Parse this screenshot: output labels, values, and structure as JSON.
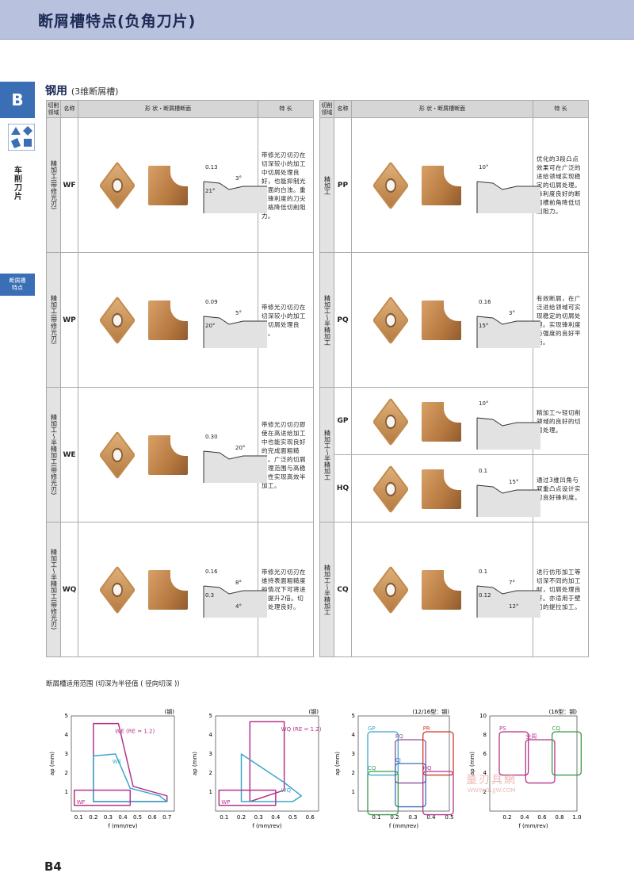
{
  "header": {
    "title": "断屑槽特点(负角刀片)"
  },
  "side": {
    "tab": "B",
    "vertical": "车削刀片",
    "mark": "断屑槽\n特点"
  },
  "section": {
    "title": "钢用",
    "subtitle": "(3维断屑槽)"
  },
  "table_headers": {
    "region": "切削\n领域",
    "name": "名称",
    "shape": "形 状・断屑槽断面",
    "feature": "特 长"
  },
  "left_rows": [
    {
      "region": "精加工(带修光刃)",
      "code": "WF",
      "desc": "带修光刃切刃在切深较小的加工中切屑处理良好，也能抑制光底面的白浊。重视锋利度的刀尖规格降低切削阻力。",
      "dims": [
        "0.13",
        "3°",
        "21°"
      ]
    },
    {
      "region": "精加工(带修光刃)",
      "code": "WP",
      "desc": "带修光刃切刃在切深较小的加工中切屑处理良好。",
      "dims": [
        "0.09",
        "5°",
        "20°"
      ]
    },
    {
      "region": "精加工～半精加工(带修光刃)",
      "code": "WE",
      "desc": "带修光刃切刃即使在高进给加工中也能实现良好的完成面粗糙度。广泛的切屑处理范围与高稳定性实现高效半加工。",
      "dims": [
        "0.30",
        "20°"
      ]
    },
    {
      "region": "精加工～半精加工(带修光刃)",
      "code": "WQ",
      "desc": "带修光刃切刃在维持表面粗糙度的情况下可将进给提升2倍。切屑处理良好。",
      "dims": [
        "0.16",
        "8°",
        "0.3",
        "4°"
      ]
    }
  ],
  "right_rows": [
    {
      "region": "精加工",
      "code": "PP",
      "desc": "优化的3段凸点效果可在广泛的进给领域实现稳定的切屑处理。锋利度良好的断屑槽前角降低切削阻力。",
      "dims": [
        "10°"
      ]
    },
    {
      "region": "精加工～半精加工",
      "code": "PQ",
      "desc": "有效断屑，在广泛进给领域可实现稳定的切屑处理。实现锋利度与强度的良好平衡。",
      "dims": [
        "0.16",
        "3°",
        "15°"
      ]
    },
    {
      "region": "精加工～半精加工",
      "code": "GP",
      "desc": "精加工～轻切削领域的良好的切屑处理。",
      "dims": [
        "10°"
      ]
    },
    {
      "region": "精加工～半精加工",
      "code": "HQ",
      "desc": "通过3维凹角与双重凸点设计实现良好锋利度。",
      "dims": [
        "0.1",
        "15°"
      ]
    },
    {
      "region": "精加工～半精加工",
      "code": "CQ",
      "desc": "进行仿形加工等切深不同的加工时，切屑处理良好。亦适用于壁面的提拉加工。",
      "dims": [
        "0.1",
        "7°",
        "0.12",
        "12°"
      ]
    }
  ],
  "bottom": {
    "caption": "断屑槽适用范围 (切深为半径值 ( 径向切深 ))"
  },
  "chart_data": [
    {
      "type": "area",
      "note": "(钢)",
      "xlabel": "f (mm/rev)",
      "ylabel": "ap (mm)",
      "xticks": [
        "0.1",
        "0.2",
        "0.3",
        "0.4",
        "0.5",
        "0.6",
        "0.7"
      ],
      "yticks": [
        "1",
        "2",
        "3",
        "4",
        "5"
      ],
      "xlim": [
        0.05,
        0.75
      ],
      "ylim": [
        0,
        5
      ],
      "series": [
        {
          "name": "WE (RE = 1.2)",
          "color": "#b5338a",
          "points": [
            [
              0.2,
              0.5
            ],
            [
              0.2,
              4.6
            ],
            [
              0.37,
              4.6
            ],
            [
              0.47,
              1.3
            ],
            [
              0.7,
              0.8
            ],
            [
              0.7,
              0.5
            ]
          ]
        },
        {
          "name": "WE",
          "color": "#3aa7c9",
          "points": [
            [
              0.2,
              0.5
            ],
            [
              0.2,
              2.9
            ],
            [
              0.35,
              3
            ],
            [
              0.45,
              1.2
            ],
            [
              0.65,
              0.8
            ],
            [
              0.7,
              0.5
            ]
          ]
        },
        {
          "name": "WF",
          "color": "#b5338a",
          "points": [
            [
              0.07,
              0.3
            ],
            [
              0.07,
              1.1
            ],
            [
              0.45,
              1.1
            ],
            [
              0.45,
              0.3
            ]
          ]
        }
      ]
    },
    {
      "type": "area",
      "note": "(钢)",
      "xlabel": "f (mm/rev)",
      "ylabel": "ap (mm)",
      "xticks": [
        "0.1",
        "0.2",
        "0.3",
        "0.4",
        "0.5",
        "0.6"
      ],
      "yticks": [
        "1",
        "2",
        "3",
        "4",
        "5"
      ],
      "xlim": [
        0.05,
        0.65
      ],
      "ylim": [
        0,
        5
      ],
      "series": [
        {
          "name": "WQ (RE = 1.2)",
          "color": "#b5338a",
          "points": [
            [
              0.25,
              0.5
            ],
            [
              0.25,
              4.7
            ],
            [
              0.45,
              4.7
            ],
            [
              0.45,
              1.1
            ],
            [
              0.25,
              0.5
            ]
          ]
        },
        {
          "name": "WQ",
          "color": "#3aa7c9",
          "points": [
            [
              0.2,
              0.5
            ],
            [
              0.2,
              3
            ],
            [
              0.45,
              1.5
            ],
            [
              0.55,
              0.8
            ],
            [
              0.5,
              0.5
            ]
          ]
        },
        {
          "name": "WP",
          "color": "#b5338a",
          "points": [
            [
              0.07,
              0.3
            ],
            [
              0.07,
              1.1
            ],
            [
              0.4,
              1.1
            ],
            [
              0.4,
              0.3
            ]
          ]
        }
      ]
    },
    {
      "type": "area",
      "note": "(12/16型：钢)",
      "xlabel": "f (mm/rev)",
      "ylabel": "ap (mm)",
      "xticks": [
        "0.1",
        "0.2",
        "0.3",
        "0.4",
        "0.5"
      ],
      "yticks": [
        "1",
        "2",
        "3",
        "4",
        "5"
      ],
      "xlim": [
        0,
        0.5
      ],
      "ylim": [
        0,
        5
      ],
      "series": [
        {
          "name": "GP",
          "color": "#3aa7c9"
        },
        {
          "name": "PQ",
          "color": "#8a4fa0"
        },
        {
          "name": "PR",
          "color": "#d0392b"
        },
        {
          "name": "CQ",
          "color": "#3a9a4a"
        },
        {
          "name": "CJ",
          "color": "#3a6fb5"
        },
        {
          "name": "HQ",
          "color": "#b5338a"
        }
      ]
    },
    {
      "type": "area",
      "note": "(16型：钢)",
      "xlabel": "f (mm/rev)",
      "ylabel": "ap (mm)",
      "xticks": [
        "0.2",
        "0.4",
        "0.6",
        "0.8",
        "1.0"
      ],
      "yticks": [
        "2",
        "4",
        "6",
        "8",
        "10"
      ],
      "xlim": [
        0,
        1
      ],
      "ylim": [
        0,
        10
      ],
      "series": [
        {
          "name": "PS",
          "color": "#b5338a"
        },
        {
          "name": "全周",
          "color": "#b5338a"
        },
        {
          "name": "CQ",
          "color": "#3a9a4a"
        }
      ]
    }
  ],
  "watermark": {
    "text": "量刃具網",
    "url": "WWW.GLJJW.COM"
  },
  "page": {
    "number": "B4"
  }
}
